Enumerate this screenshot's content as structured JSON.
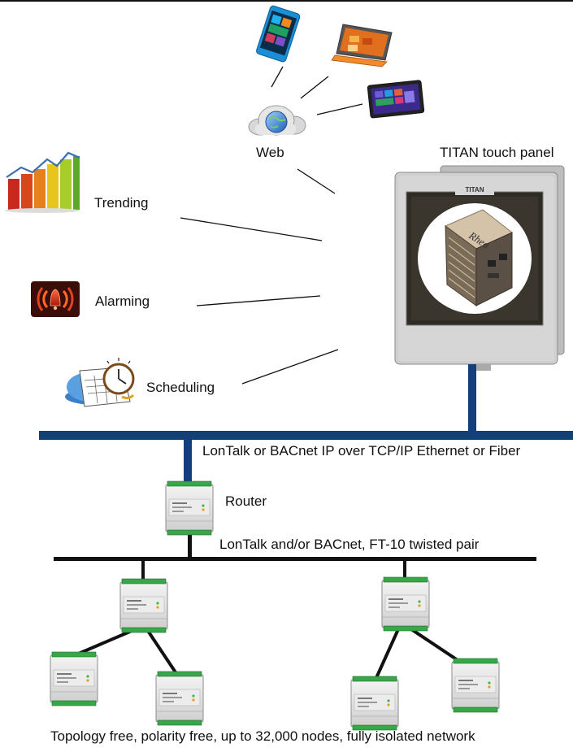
{
  "labels": {
    "web": "Web",
    "titan": "TITAN touch panel",
    "trending": "Trending",
    "alarming": "Alarming",
    "scheduling": "Scheduling",
    "ethernet": "LonTalk or BACnet IP over TCP/IP Ethernet or Fiber",
    "router": "Router",
    "twisted_pair": "LonTalk and/or BACnet,  FT-10 twisted pair",
    "footer": "Topology free, polarity free, up to 32,000 nodes, fully isolated network"
  },
  "panel": {
    "brand": "TITAN",
    "device_label": "Rhea"
  },
  "icons": [
    "smartphone-icon",
    "laptop-icon",
    "tablet-icon",
    "cloud-globe-icon",
    "trending-chart-icon",
    "alarm-bell-icon",
    "calendar-clock-icon"
  ],
  "colors": {
    "ethernet_bus": "#143f7a",
    "fieldbus": "#111111",
    "panel_frame": "#c9c9c9",
    "panel_screen": "#2f2b25"
  }
}
